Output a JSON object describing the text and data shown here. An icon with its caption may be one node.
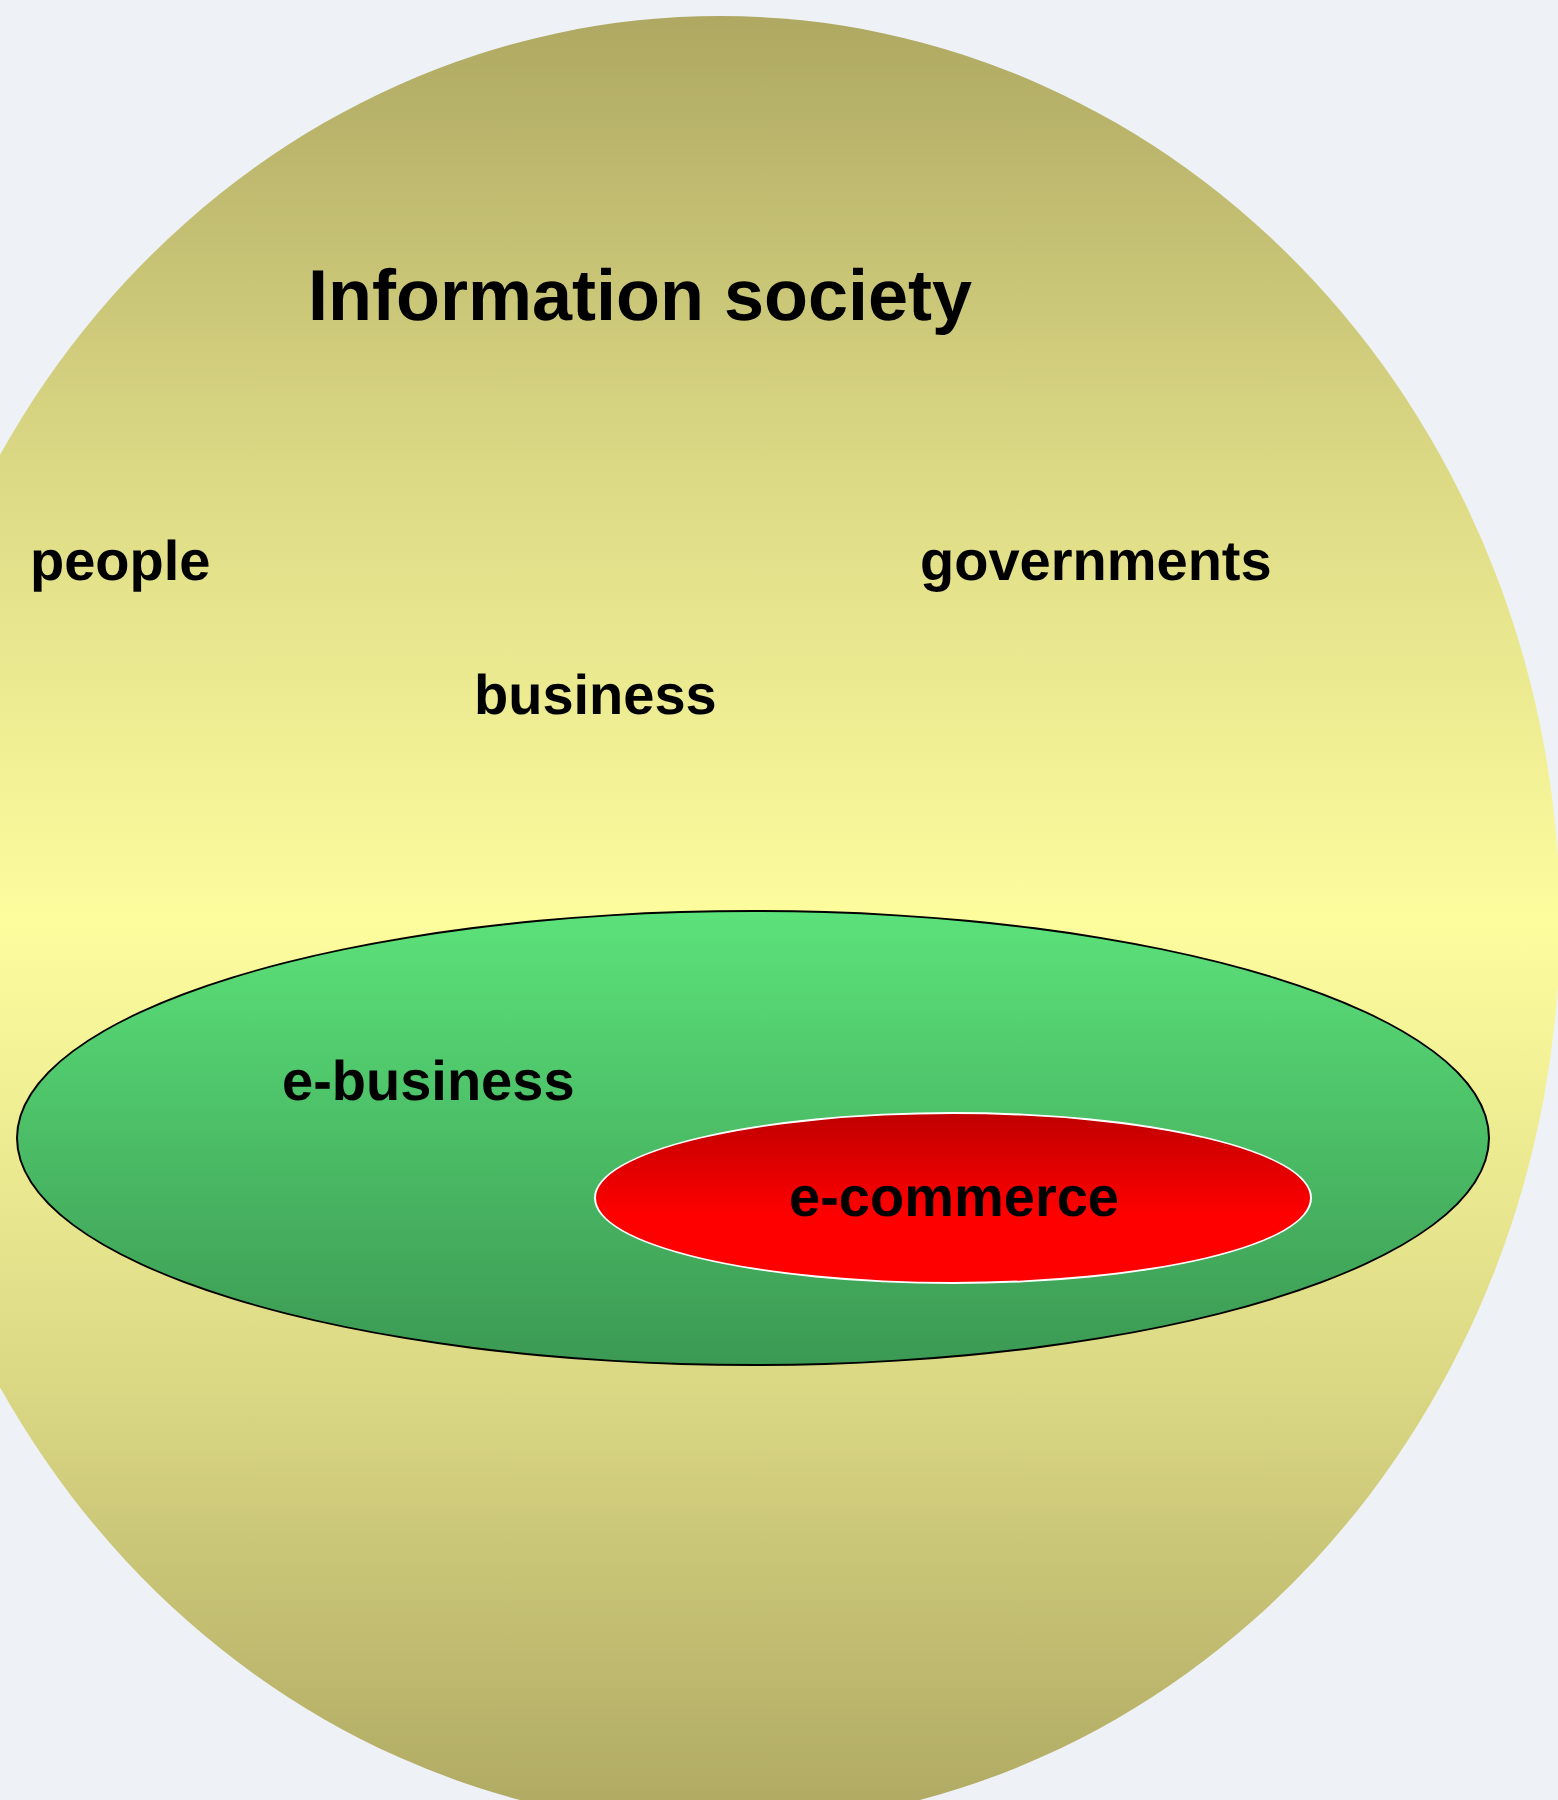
{
  "diagram": {
    "nodes": [
      {
        "text": [
          "Information society",
          "people",
          "governments",
          "business"
        ]
      },
      {
        "text": [
          "e-business"
        ],
        "in": 0
      },
      {
        "text": [
          "e-commerce"
        ],
        "in": 1
      }
    ]
  }
}
